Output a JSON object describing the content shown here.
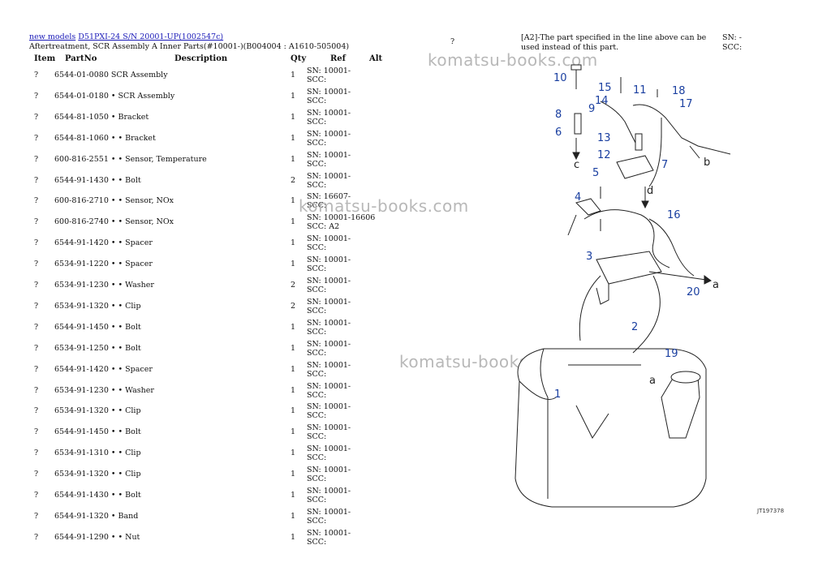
{
  "breadcrumb": {
    "link1": "new models",
    "link2": "D51PXI-24 S/N 20001-UP(1002547c)"
  },
  "subtitle": "Aftertreatment, SCR Assembly A Inner Parts(#10001-)(B004004 : A1610-505004)",
  "center_mark": "?",
  "note": {
    "line1": "[A2]-The part specified in the line above can be",
    "line2": "used instead of this part."
  },
  "sn_block": {
    "sn": "SN: -",
    "scc": "SCC:"
  },
  "columns": {
    "item": "Item",
    "partno": "PartNo",
    "desc": "Description",
    "qty": "Qty",
    "ref": "Ref",
    "alt": "Alt"
  },
  "rows": [
    {
      "item": "?",
      "part": "6544-01-0080 SCR Assembly",
      "qty": "1",
      "ref1": "SN: 10001-",
      "ref2": "SCC:"
    },
    {
      "item": "?",
      "part": "6544-01-0180 • SCR Assembly",
      "qty": "1",
      "ref1": "SN: 10001-",
      "ref2": "SCC:"
    },
    {
      "item": "?",
      "part": "6544-81-1050 • Bracket",
      "qty": "1",
      "ref1": "SN: 10001-",
      "ref2": "SCC:"
    },
    {
      "item": "?",
      "part": "6544-81-1060 • • Bracket",
      "qty": "1",
      "ref1": "SN: 10001-",
      "ref2": "SCC:"
    },
    {
      "item": "?",
      "part": "600-816-2551 • • Sensor, Temperature",
      "qty": "1",
      "ref1": "SN: 10001-",
      "ref2": "SCC:"
    },
    {
      "item": "?",
      "part": "6544-91-1430 • • Bolt",
      "qty": "2",
      "ref1": "SN: 10001-",
      "ref2": "SCC:"
    },
    {
      "item": "?",
      "part": "600-816-2710 • • Sensor, NOx",
      "qty": "1",
      "ref1": "SN: 16607-",
      "ref2": "SCC:"
    },
    {
      "item": "?",
      "part": "600-816-2740 • • Sensor, NOx",
      "qty": "1",
      "ref1": "SN: 10001-16606",
      "ref2": "SCC: A2"
    },
    {
      "item": "?",
      "part": "6544-91-1420 • • Spacer",
      "qty": "1",
      "ref1": "SN: 10001-",
      "ref2": "SCC:"
    },
    {
      "item": "?",
      "part": "6534-91-1220 • • Spacer",
      "qty": "1",
      "ref1": "SN: 10001-",
      "ref2": "SCC:"
    },
    {
      "item": "?",
      "part": "6534-91-1230 • • Washer",
      "qty": "2",
      "ref1": "SN: 10001-",
      "ref2": "SCC:"
    },
    {
      "item": "?",
      "part": "6534-91-1320 • • Clip",
      "qty": "2",
      "ref1": "SN: 10001-",
      "ref2": "SCC:"
    },
    {
      "item": "?",
      "part": "6544-91-1450 • • Bolt",
      "qty": "1",
      "ref1": "SN: 10001-",
      "ref2": "SCC:"
    },
    {
      "item": "?",
      "part": "6534-91-1250 • • Bolt",
      "qty": "1",
      "ref1": "SN: 10001-",
      "ref2": "SCC:"
    },
    {
      "item": "?",
      "part": "6544-91-1420 • • Spacer",
      "qty": "1",
      "ref1": "SN: 10001-",
      "ref2": "SCC:"
    },
    {
      "item": "?",
      "part": "6534-91-1230 • • Washer",
      "qty": "1",
      "ref1": "SN: 10001-",
      "ref2": "SCC:"
    },
    {
      "item": "?",
      "part": "6534-91-1320 • • Clip",
      "qty": "1",
      "ref1": "SN: 10001-",
      "ref2": "SCC:"
    },
    {
      "item": "?",
      "part": "6544-91-1450 • • Bolt",
      "qty": "1",
      "ref1": "SN: 10001-",
      "ref2": "SCC:"
    },
    {
      "item": "?",
      "part": "6534-91-1310 • • Clip",
      "qty": "1",
      "ref1": "SN: 10001-",
      "ref2": "SCC:"
    },
    {
      "item": "?",
      "part": "6534-91-1320 • • Clip",
      "qty": "1",
      "ref1": "SN: 10001-",
      "ref2": "SCC:"
    },
    {
      "item": "?",
      "part": "6544-91-1430 • • Bolt",
      "qty": "1",
      "ref1": "SN: 10001-",
      "ref2": "SCC:"
    },
    {
      "item": "?",
      "part": "6544-91-1320 • Band",
      "qty": "1",
      "ref1": "SN: 10001-",
      "ref2": "SCC:"
    },
    {
      "item": "?",
      "part": "6544-91-1290 • • Nut",
      "qty": "1",
      "ref1": "SN: 10001-",
      "ref2": "SCC:"
    }
  ],
  "watermark": "komatsu-books.com",
  "diagram": {
    "callouts": [
      "1",
      "2",
      "3",
      "4",
      "5",
      "6",
      "7",
      "8",
      "9",
      "10",
      "11",
      "12",
      "13",
      "14",
      "15",
      "16",
      "17",
      "18",
      "19",
      "20"
    ],
    "letters": {
      "a": "a",
      "b": "b",
      "c": "c",
      "d": "d"
    },
    "code": "JT197378"
  }
}
